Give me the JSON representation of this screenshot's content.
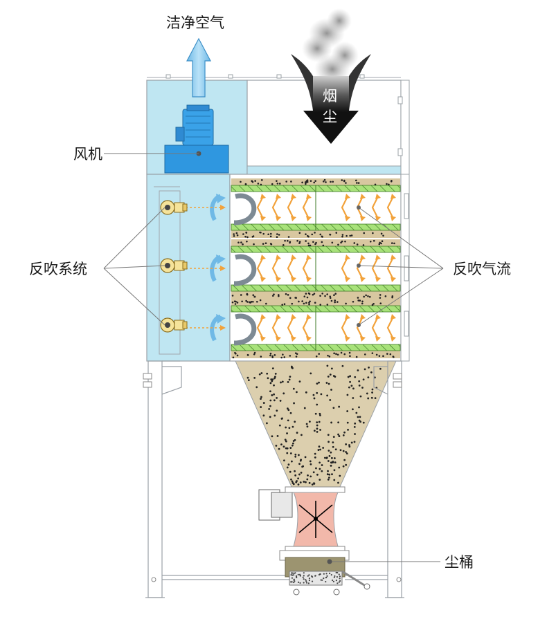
{
  "labels": {
    "clean_air": "洁净空气",
    "smoke_dust_1": "烟",
    "smoke_dust_2": "尘",
    "fan": "风机",
    "reverse_blow_system": "反吹系统",
    "reverse_blow_airflow": "反吹气流",
    "dust_bin": "尘桶"
  },
  "colors": {
    "clean_chamber": "#bfe6f2",
    "fan_motor": "#2f97e0",
    "filter_green": "#9fe06a",
    "dust_beige": "#d8c7a0",
    "hopper_beige": "#dccfae",
    "valve_pink": "#f2b8aa",
    "bin_olive": "#9c9470",
    "arrow_orange": "#f2a23a",
    "arrow_blue": "#8ec9ee",
    "smoke_dark": "#222222"
  },
  "icons": [
    "fan-icon",
    "valve-icon",
    "rotary-valve-icon"
  ]
}
